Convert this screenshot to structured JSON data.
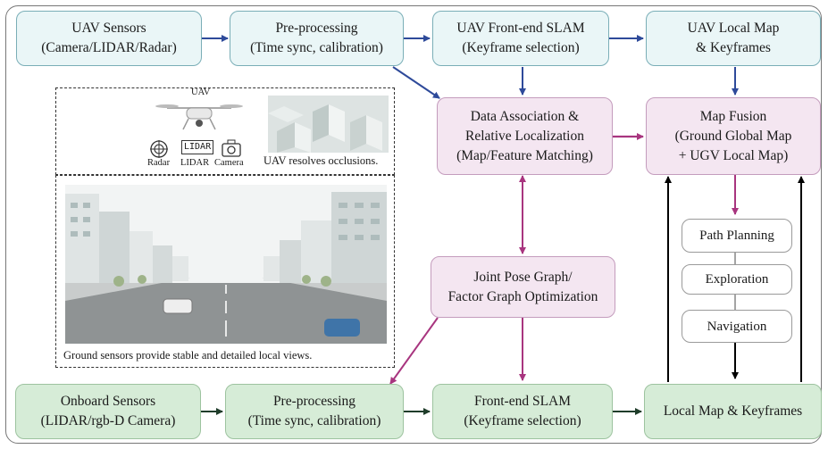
{
  "boxes": {
    "uav_sensors": [
      "UAV Sensors",
      "(Camera/LIDAR/Radar)"
    ],
    "uav_preproc": [
      "Pre-processing",
      "(Time sync, calibration)"
    ],
    "uav_slam": [
      "UAV Front-end SLAM",
      "(Keyframe selection)"
    ],
    "uav_map": [
      "UAV Local Map",
      "& Keyframes"
    ],
    "data_assoc": [
      "Data Association &",
      "Relative Localization",
      "(Map/Feature Matching)"
    ],
    "map_fusion": [
      "Map Fusion",
      "(Ground Global Map",
      "+ UGV Local Map)"
    ],
    "path_planning": "Path Planning",
    "exploration": "Exploration",
    "navigation": "Navigation",
    "pose_graph": [
      "Joint Pose Graph/",
      "Factor Graph Optimization"
    ],
    "ugv_sensors": [
      "Onboard Sensors",
      "(LIDAR/rgb-D Camera)"
    ],
    "ugv_preproc": [
      "Pre-processing",
      "(Time sync, calibration)"
    ],
    "ugv_slam": [
      "Front-end SLAM",
      "(Keyframe selection)"
    ],
    "ugv_map": "Local Map &  Keyframes"
  },
  "illustration": {
    "uav_label": "UAV",
    "sensor_labels": [
      "Radar",
      "LIDAR",
      "Camera"
    ],
    "lidar_badge": "LIDAR",
    "uav_caption": "UAV resolves occlusions.",
    "ground_caption": "Ground sensors provide stable and detailed local views."
  },
  "colors": {
    "blue_arrow": "#2e4a9a",
    "magenta_arrow": "#a8357f",
    "green_arrow": "#1f3d2a",
    "black_arrow": "#000000"
  }
}
